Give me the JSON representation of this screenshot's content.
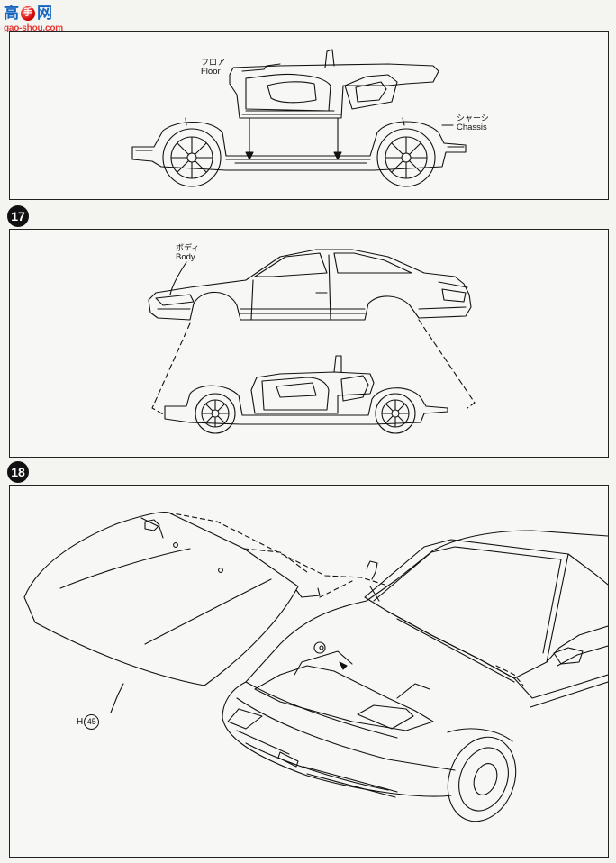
{
  "watermark": {
    "logo_chars": [
      "高",
      "手",
      "网"
    ],
    "url": "gao-shou.com",
    "colors": {
      "text": "#1565c0",
      "ball": "#d50000",
      "url": "#e53935"
    }
  },
  "steps": [
    {
      "number": "",
      "labels": [
        {
          "jp": "フロア",
          "en": "Floor"
        },
        {
          "jp": "シャーシ",
          "en": "Chassis"
        }
      ]
    },
    {
      "number": "17",
      "labels": [
        {
          "jp": "ボディ",
          "en": "Body"
        }
      ]
    },
    {
      "number": "18",
      "part": {
        "prefix": "H",
        "number": "45"
      }
    }
  ]
}
